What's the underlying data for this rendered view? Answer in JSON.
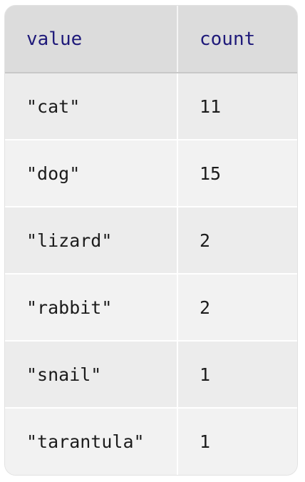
{
  "table": {
    "headers": [
      "value",
      "count"
    ],
    "rows": [
      {
        "value": "\"cat\"",
        "count": "11"
      },
      {
        "value": "\"dog\"",
        "count": "15"
      },
      {
        "value": "\"lizard\"",
        "count": "2"
      },
      {
        "value": "\"rabbit\"",
        "count": "2"
      },
      {
        "value": "\"snail\"",
        "count": "1"
      },
      {
        "value": "\"tarantula\"",
        "count": "1"
      }
    ]
  },
  "colors": {
    "header_text": "#1f1a7a",
    "header_bg": "#dcdcdc",
    "row_bg_odd": "#ececec",
    "row_bg_even": "#f2f2f2",
    "cell_text": "#1c1c1c"
  }
}
